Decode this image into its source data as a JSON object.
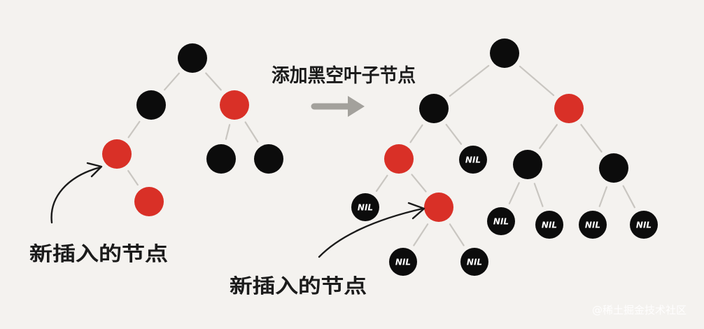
{
  "colors": {
    "black_node": "#0c0c0c",
    "red_node": "#d93027",
    "edge": "#c9c6c1",
    "background": "#f4f2ef",
    "transform_arrow": "#a3a19c"
  },
  "labels": {
    "transform": "添加黑空叶子节点",
    "new_node_left": "新插入的节点",
    "new_node_right": "新插入的节点",
    "nil": "NIL",
    "watermark": "@稀土掘金技术社区"
  },
  "trees": {
    "before": {
      "nodes": [
        {
          "id": "root",
          "color": "black"
        },
        {
          "id": "l",
          "color": "black"
        },
        {
          "id": "r",
          "color": "red"
        },
        {
          "id": "ll",
          "color": "red"
        },
        {
          "id": "rl",
          "color": "black"
        },
        {
          "id": "rr",
          "color": "black"
        },
        {
          "id": "llr",
          "color": "red",
          "new": true
        }
      ],
      "edges": [
        [
          "root",
          "l"
        ],
        [
          "root",
          "r"
        ],
        [
          "l",
          "ll"
        ],
        [
          "r",
          "rl"
        ],
        [
          "r",
          "rr"
        ],
        [
          "ll",
          "llr"
        ]
      ]
    },
    "after": {
      "nodes": [
        {
          "id": "root",
          "color": "black"
        },
        {
          "id": "l",
          "color": "black"
        },
        {
          "id": "r",
          "color": "red"
        },
        {
          "id": "ll",
          "color": "red"
        },
        {
          "id": "lr",
          "color": "nil"
        },
        {
          "id": "rl",
          "color": "black"
        },
        {
          "id": "rr",
          "color": "black"
        },
        {
          "id": "lll",
          "color": "nil"
        },
        {
          "id": "llr",
          "color": "red",
          "new": true
        },
        {
          "id": "llrl",
          "color": "nil"
        },
        {
          "id": "llrr",
          "color": "nil"
        },
        {
          "id": "rll",
          "color": "nil"
        },
        {
          "id": "rlr",
          "color": "nil"
        },
        {
          "id": "rrl",
          "color": "nil"
        },
        {
          "id": "rrr",
          "color": "nil"
        }
      ],
      "edges": [
        [
          "root",
          "l"
        ],
        [
          "root",
          "r"
        ],
        [
          "l",
          "ll"
        ],
        [
          "l",
          "lr"
        ],
        [
          "ll",
          "lll"
        ],
        [
          "ll",
          "llr"
        ],
        [
          "llr",
          "llrl"
        ],
        [
          "llr",
          "llrr"
        ],
        [
          "r",
          "rl"
        ],
        [
          "r",
          "rr"
        ],
        [
          "rl",
          "rll"
        ],
        [
          "rl",
          "rlr"
        ],
        [
          "rr",
          "rrl"
        ],
        [
          "rr",
          "rrr"
        ]
      ]
    }
  }
}
